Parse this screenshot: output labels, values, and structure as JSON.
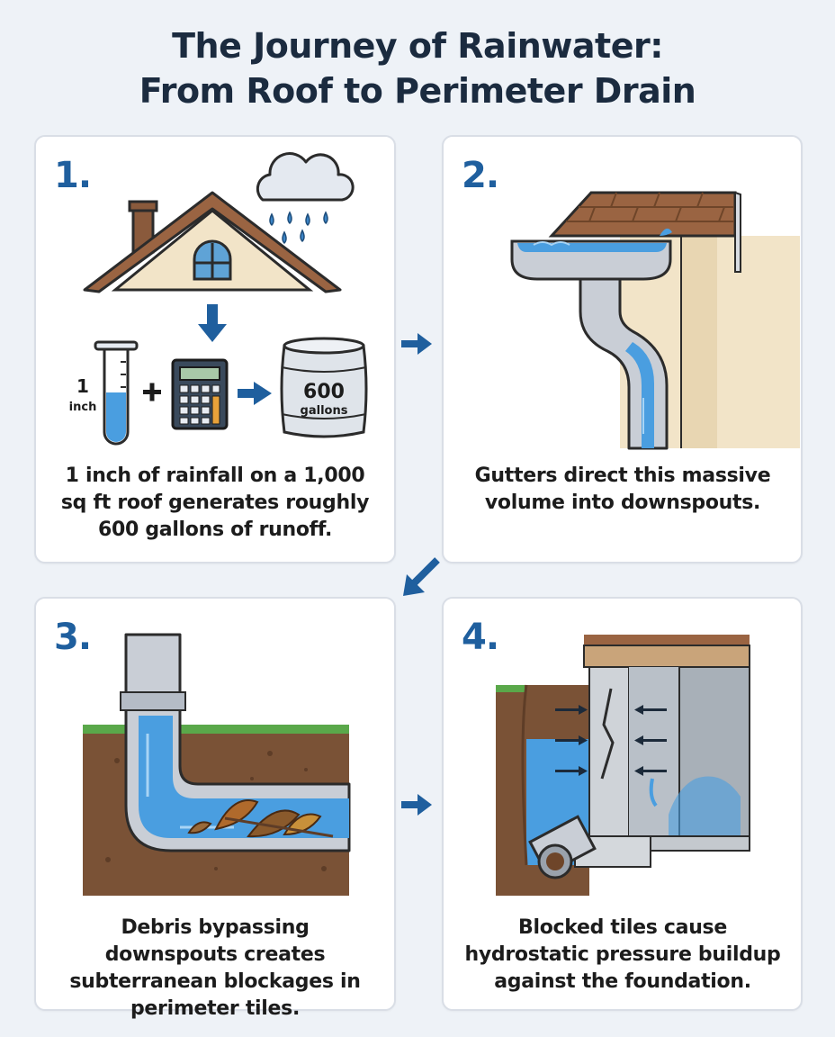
{
  "title": {
    "line1": "The Journey of Rainwater:",
    "line2": "From Roof to Perimeter Drain"
  },
  "steps": [
    {
      "number": "1.",
      "caption": "1 inch of rainfall on a 1,000 sq ft roof generates roughly 600 gallons of runoff.",
      "gauge_value": "1",
      "gauge_unit": "inch",
      "barrel_value": "600",
      "barrel_unit": "gallons"
    },
    {
      "number": "2.",
      "caption": "Gutters direct this massive volume into downspouts."
    },
    {
      "number": "3.",
      "caption": "Debris bypassing downspouts creates subterranean blockages in perimeter tiles."
    },
    {
      "number": "4.",
      "caption": "Blocked tiles cause hydrostatic pressure buildup against the foundation."
    }
  ],
  "colors": {
    "accent": "#1f5f9e",
    "water": "#4a9ee0",
    "roof": "#8a5a3c",
    "soil": "#7a5236",
    "grass": "#5aa84a",
    "background": "#eef2f7"
  },
  "icons": [
    "house-icon",
    "rain-cloud-icon",
    "test-tube-icon",
    "calculator-icon",
    "barrel-icon",
    "arrow-right-icon",
    "arrow-down-left-icon"
  ]
}
